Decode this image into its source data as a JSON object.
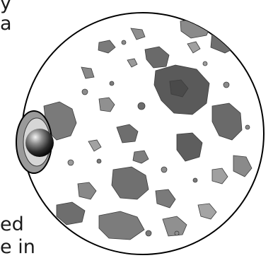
{
  "fragments": {
    "top_line_1": "y",
    "top_line_2": "a",
    "bottom_line_1": "ed",
    "bottom_line_2": "e in"
  },
  "colors": {
    "outline": "#000000",
    "surface": "#ffffff",
    "crater_dark": "#5a5a5a",
    "crater_mid": "#8a8a8a",
    "crater_light": "#b4b4b4",
    "shadow_ring": "#6e6e6e",
    "inner_ring": "#c8c8c8",
    "sphere_core": "#222222"
  },
  "icons": {
    "planet": "cratered-planet-illustration",
    "marker": "shaded-sphere-marker-icon"
  }
}
